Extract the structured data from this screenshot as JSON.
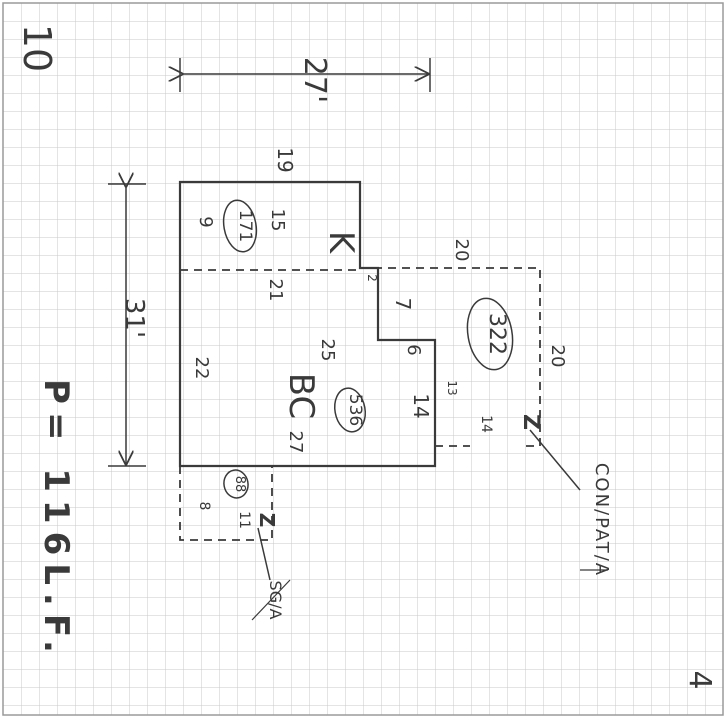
{
  "sheet": {
    "corner_top_left": "10",
    "corner_bottom_right": "4",
    "perimeter_note": "P= 116L.F."
  },
  "dimensions": {
    "overall_width": "27'",
    "overall_height": "31'"
  },
  "rooms": {
    "k": {
      "label": "K",
      "area": "171",
      "side_left": "9",
      "side_right": "15",
      "top": "19",
      "bottom": "21"
    },
    "bc": {
      "label": "BC",
      "area": "536",
      "side_top": "25",
      "side_bottom": "27",
      "left": "22",
      "right": "14"
    },
    "patio": {
      "area": "322",
      "top": "20",
      "right": "20",
      "left": "13",
      "bottom": "14",
      "zone": "Z",
      "note": "CON/PAT/A"
    },
    "stoop": {
      "area": "88",
      "left": "8",
      "right": "11",
      "zone": "Z",
      "note": "SG/A"
    }
  },
  "notches": {
    "n1": "2",
    "n2": "7",
    "n3": "6"
  },
  "colors": {
    "paper": "#ffffff",
    "grid": "#c8c8c8",
    "pencil": "#3a3a3a"
  }
}
